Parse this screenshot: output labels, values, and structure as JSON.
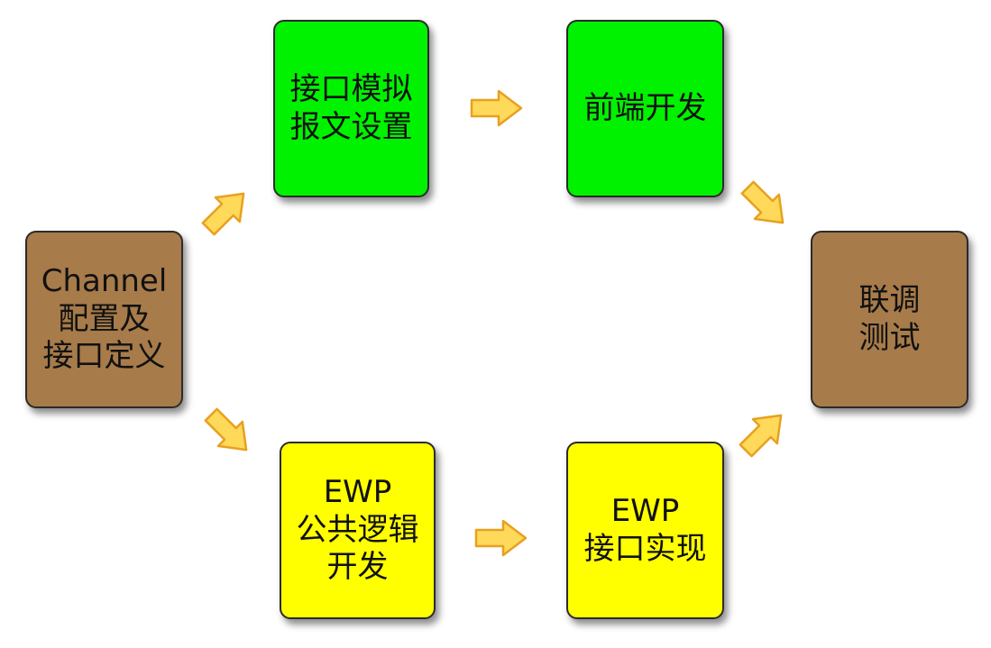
{
  "colors": {
    "brown": "#a77b4a",
    "green": "#00f200",
    "yellow": "#ffff00",
    "arrow_fill": "#ffd95a",
    "arrow_stroke": "#e8a020"
  },
  "nodes": {
    "channel": {
      "lines": [
        "Channel",
        "配置及",
        "接口定义"
      ]
    },
    "mock": {
      "lines": [
        "接口模拟",
        "报文设置"
      ]
    },
    "frontend": {
      "lines": [
        "前端开发"
      ]
    },
    "test": {
      "lines": [
        "联调",
        "测试"
      ]
    },
    "ewp_common": {
      "lines": [
        "EWP",
        "公共逻辑",
        "开发"
      ]
    },
    "ewp_impl": {
      "lines": [
        "EWP",
        "接口实现"
      ]
    }
  },
  "arrows": [
    {
      "from": "channel",
      "to": "mock",
      "icon": "arrow-right-icon"
    },
    {
      "from": "mock",
      "to": "frontend",
      "icon": "arrow-right-icon"
    },
    {
      "from": "frontend",
      "to": "test",
      "icon": "arrow-right-icon"
    },
    {
      "from": "channel",
      "to": "ewp_common",
      "icon": "arrow-right-icon"
    },
    {
      "from": "ewp_common",
      "to": "ewp_impl",
      "icon": "arrow-right-icon"
    },
    {
      "from": "ewp_impl",
      "to": "test",
      "icon": "arrow-right-icon"
    }
  ]
}
